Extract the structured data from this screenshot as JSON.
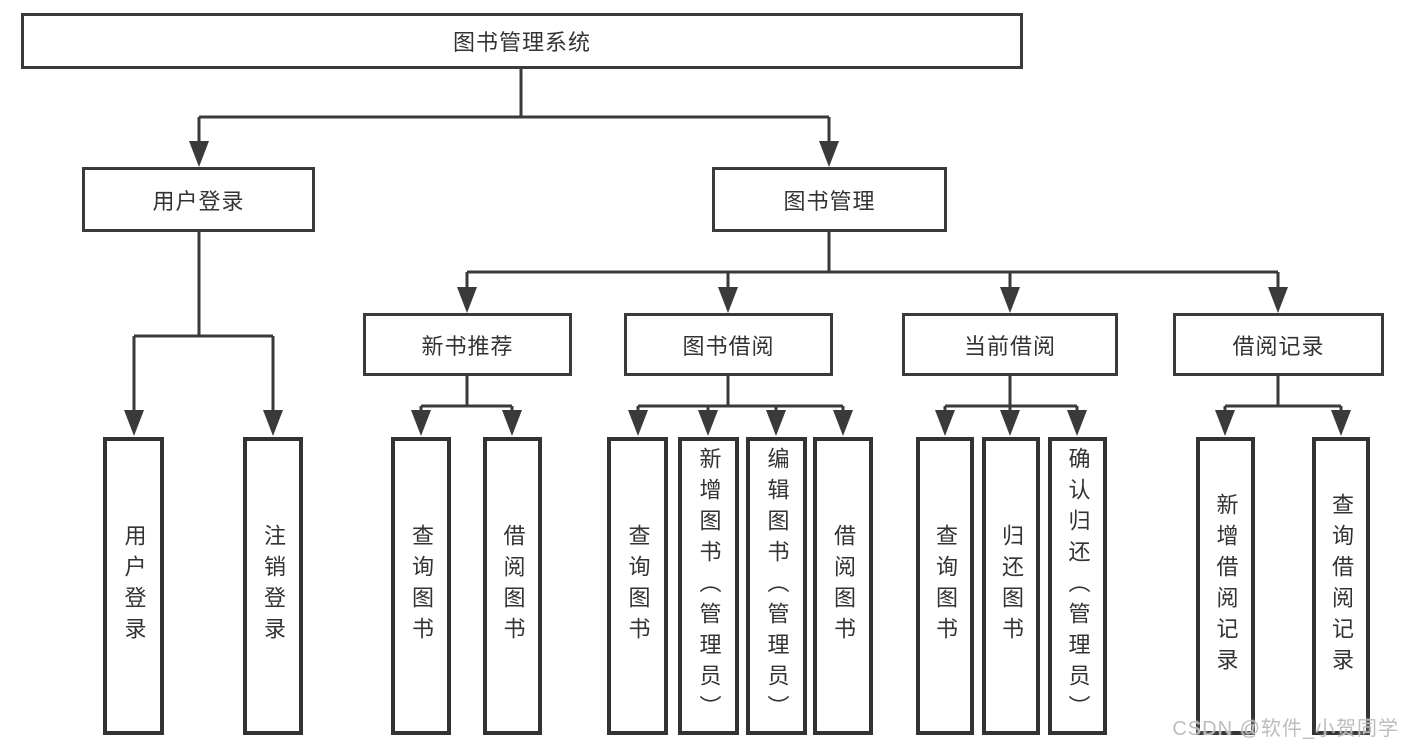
{
  "diagram": {
    "type": "tree",
    "root": {
      "label": "图书管理系统"
    },
    "level2": [
      {
        "label": "用户登录"
      },
      {
        "label": "图书管理"
      }
    ],
    "level3": [
      {
        "label": "新书推荐",
        "parent": "图书管理"
      },
      {
        "label": "图书借阅",
        "parent": "图书管理"
      },
      {
        "label": "当前借阅",
        "parent": "图书管理"
      },
      {
        "label": "借阅记录",
        "parent": "图书管理"
      }
    ],
    "leaves": [
      {
        "label": "用户登录",
        "parent": "用户登录"
      },
      {
        "label": "注销登录",
        "parent": "用户登录"
      },
      {
        "label": "查询图书",
        "parent": "新书推荐"
      },
      {
        "label": "借阅图书",
        "parent": "新书推荐"
      },
      {
        "label": "查询图书",
        "parent": "图书借阅"
      },
      {
        "label": "新增图书（管理员）",
        "parent": "图书借阅"
      },
      {
        "label": "编辑图书（管理员）",
        "parent": "图书借阅"
      },
      {
        "label": "借阅图书",
        "parent": "图书借阅"
      },
      {
        "label": "查询图书",
        "parent": "当前借阅"
      },
      {
        "label": "归还图书",
        "parent": "当前借阅"
      },
      {
        "label": "确认归还（管理员）",
        "parent": "当前借阅"
      },
      {
        "label": "新增借阅记录",
        "parent": "借阅记录"
      },
      {
        "label": "查询借阅记录",
        "parent": "借阅记录"
      }
    ]
  },
  "watermark": {
    "text": "CSDN @软件_小贺同学"
  },
  "colors": {
    "line": "#3a3a3a",
    "text": "#333333",
    "background": "#ffffff",
    "watermark": "#bdbdbd"
  }
}
